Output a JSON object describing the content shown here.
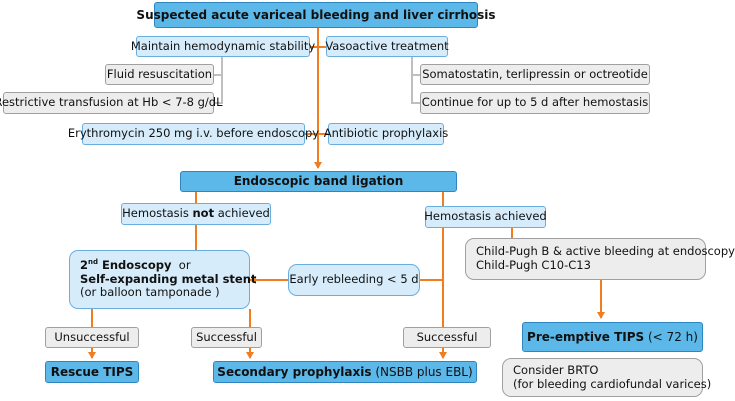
{
  "nodes": {
    "title": "Suspected acute variceal bleeding and liver cirrhosis",
    "hemo_stability": "Maintain hemodynamic stability",
    "vasoactive": "Vasoactive treatment",
    "fluid": "Fluid resuscitation",
    "transfusion": "Restrictive transfusion at Hb < 7-8 g/dL",
    "somatostatin": "Somatostatin, terlipressin or octreotide",
    "continue": "Continue for up to 5 d after hemostasis",
    "erythromycin": "Erythromycin 250 mg i.v. before endoscopy",
    "antibiotic": "Antibiotic prophylaxis",
    "ebl": "Endoscopic band ligation",
    "hemostasis_not": {
      "pre": "Hemostasis ",
      "bold": "not",
      "post": " achieved"
    },
    "hemostasis_ok": "Hemostasis achieved",
    "second_endo": {
      "num": "2",
      "sup": "nd",
      "line1": " Endoscopy",
      "or": "  or",
      "line2": "Self-expanding metal stent",
      "line3": "(or balloon tamponade )"
    },
    "early_rebleed": "Early rebleeding < 5 d",
    "child_pugh": {
      "line1": "Child-Pugh B & active bleeding at endoscopy",
      "line2": "Child-Pugh C10-C13"
    },
    "unsuccessful": "Unsuccessful",
    "successful_left": "Successful",
    "successful_right": "Successful",
    "rescue_tips": "Rescue TIPS",
    "secondary": {
      "bold": "Secondary prophylaxis",
      "normal": " (NSBB plus EBL)"
    },
    "preemptive": {
      "bold": "Pre-emptive TIPS",
      "normal": " (< 72 h)"
    },
    "brto": {
      "line1": "Consider BRTO",
      "line2": "(for bleeding cardiofundal varices)"
    }
  },
  "colors": {
    "main_fill": "#5bb8e8",
    "light_fill": "#d6ecfb",
    "gray_fill": "#ededed",
    "arrow": "#f07d1f",
    "connector_gray": "#bfbfbf"
  }
}
